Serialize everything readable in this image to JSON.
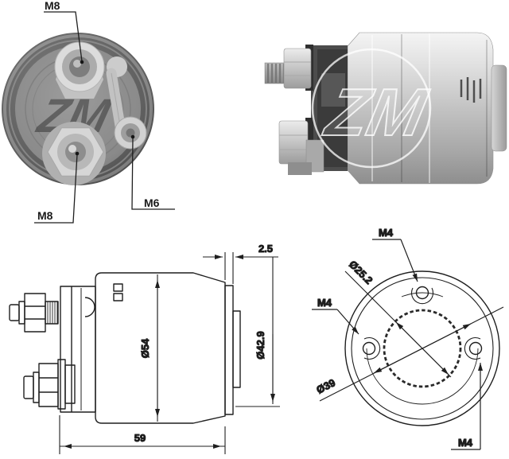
{
  "end_view_photo": {
    "label_m8_top": "M8",
    "label_m8_bottom": "M8",
    "label_m6": "M6",
    "watermark": "ZM"
  },
  "side_view_photo": {
    "watermark": "ZM"
  },
  "side_drawing": {
    "dim_lip": "2.5",
    "dim_body_dia": "Ø54",
    "dim_rear_dia": "Ø42.9",
    "dim_length": "59"
  },
  "face_drawing": {
    "dim_bore": "Ø25.2",
    "dim_bolt_circle": "Ø39",
    "label_m4_top": "M4",
    "label_m4_left": "M4",
    "label_m4_right": "M4"
  },
  "colors": {
    "line": "#1f1f1f",
    "photo_dark": "#4a4a4a",
    "metal_light": "#e9e9e9",
    "background": "#ffffff"
  }
}
